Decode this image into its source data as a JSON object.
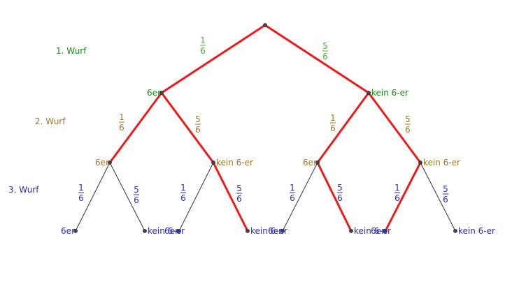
{
  "colors": {
    "level1": "#1a8a1a",
    "level2": "#9a7a2a",
    "level3": "#2b2bb0",
    "fraction1": "#4caf3a",
    "highlight": "#e81c1c",
    "edge": "#333333"
  },
  "levels": [
    {
      "label": "1. Wurf"
    },
    {
      "label": "2. Wurf"
    },
    {
      "label": "3. Wurf"
    }
  ],
  "node_labels": {
    "six": "6er",
    "not_six": "kein 6-er"
  },
  "probabilities": {
    "six": {
      "num": "1",
      "den": "6"
    },
    "not_six": {
      "num": "5",
      "den": "6"
    }
  },
  "highlighted_paths": [
    "-1-1",
    "-1-2-2",
    "-2-1-2",
    "-2-2-1"
  ]
}
